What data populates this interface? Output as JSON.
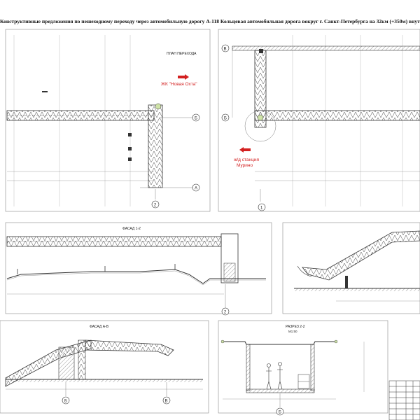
{
  "sheet": {
    "title": "Конструктивные предложения по пешеходному переходу через автомобильную дорогу А-118 Кольцевая автомобильная дорога вокруг г. Санкт-Петербурга на 32км (+350м) внутр"
  },
  "plan_left": {
    "label": "ПЛАН ПЕРЕХОДА",
    "destination": "ЖК \"Новая Охта\"",
    "axis_b": "Б",
    "axis_a": "А",
    "axis_2": "2"
  },
  "plan_right": {
    "destination_line1": "ж/д станция",
    "destination_line2": "Мурино",
    "axis_v": "В",
    "axis_b": "Б",
    "axis_1": "1"
  },
  "facade_12": {
    "label": "ФАСАД 1-2",
    "axis_2": "2"
  },
  "facade_av": {
    "label": "ФАСАД А-В",
    "axis_b": "Б",
    "axis_v": "В"
  },
  "section_22": {
    "label": "РАЗРЕЗ 2-2",
    "scale": "М1:50",
    "axis_b": "Б"
  },
  "colors": {
    "accent_red": "#d32020",
    "line": "#333333",
    "hatch": "#555555"
  }
}
